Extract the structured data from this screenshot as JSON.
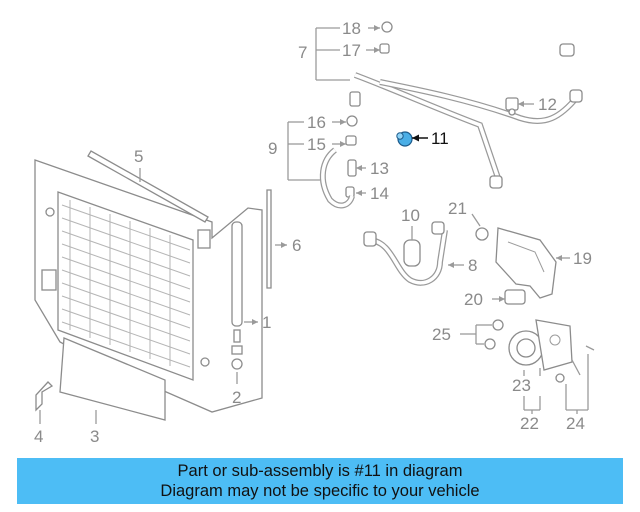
{
  "callouts": [
    {
      "id": "1",
      "label": "1"
    },
    {
      "id": "2",
      "label": "2"
    },
    {
      "id": "3",
      "label": "3"
    },
    {
      "id": "4",
      "label": "4"
    },
    {
      "id": "5",
      "label": "5"
    },
    {
      "id": "6",
      "label": "6"
    },
    {
      "id": "7",
      "label": "7"
    },
    {
      "id": "8",
      "label": "8"
    },
    {
      "id": "9",
      "label": "9"
    },
    {
      "id": "10",
      "label": "10"
    },
    {
      "id": "11",
      "label": "11"
    },
    {
      "id": "12",
      "label": "12"
    },
    {
      "id": "13",
      "label": "13"
    },
    {
      "id": "14",
      "label": "14"
    },
    {
      "id": "15",
      "label": "15"
    },
    {
      "id": "16",
      "label": "16"
    },
    {
      "id": "17",
      "label": "17"
    },
    {
      "id": "18",
      "label": "18"
    },
    {
      "id": "19",
      "label": "19"
    },
    {
      "id": "20",
      "label": "20"
    },
    {
      "id": "21",
      "label": "21"
    },
    {
      "id": "22",
      "label": "22"
    },
    {
      "id": "23",
      "label": "23"
    },
    {
      "id": "24",
      "label": "24"
    },
    {
      "id": "25",
      "label": "25"
    }
  ],
  "highlight": {
    "part": "11",
    "color": "#4aaee6"
  },
  "banner": {
    "line1": "Part or sub-assembly is #11 in diagram",
    "line2": "Diagram may not be specific to your vehicle",
    "color": "#4dbdf5"
  }
}
